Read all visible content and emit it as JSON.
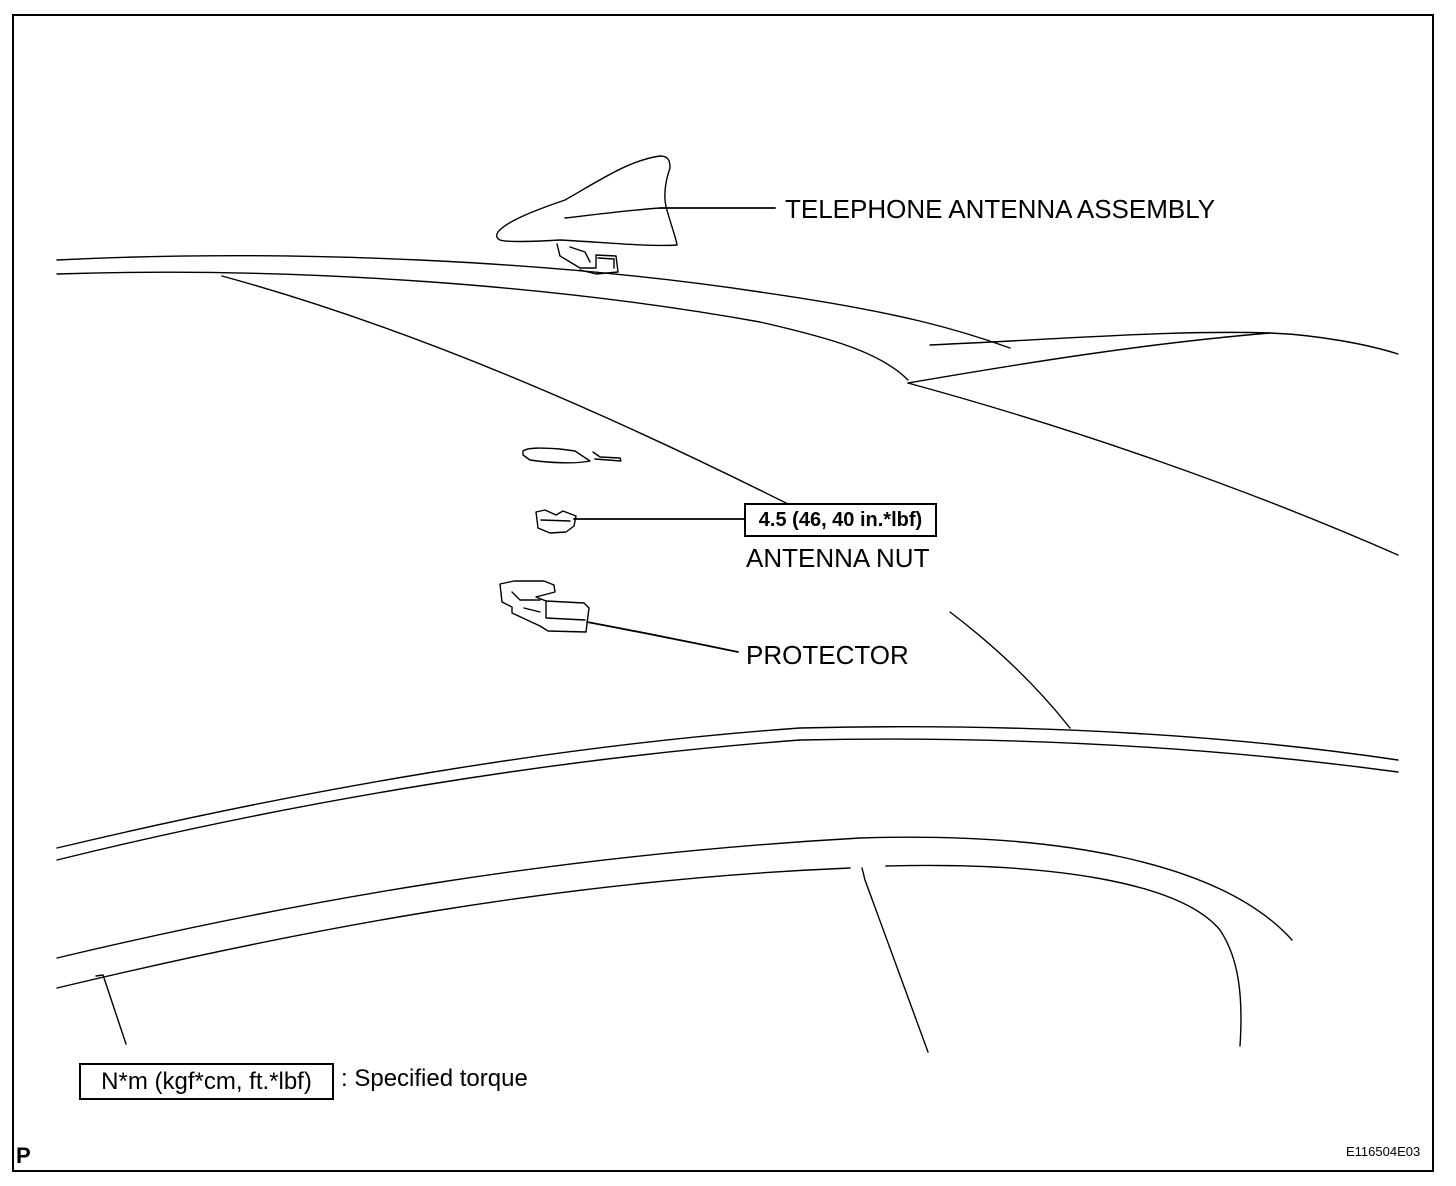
{
  "callouts": {
    "antenna_assembly": "TELEPHONE ANTENNA ASSEMBLY",
    "antenna_nut": "ANTENNA NUT",
    "protector": "PROTECTOR",
    "torque_value": "4.5 (46, 40 in.*lbf)"
  },
  "legend": {
    "unit_box": "N*m (kgf*cm, ft.*lbf)",
    "description": ": Specified torque"
  },
  "corner_mark": "P",
  "figure_id": "E116504E03"
}
